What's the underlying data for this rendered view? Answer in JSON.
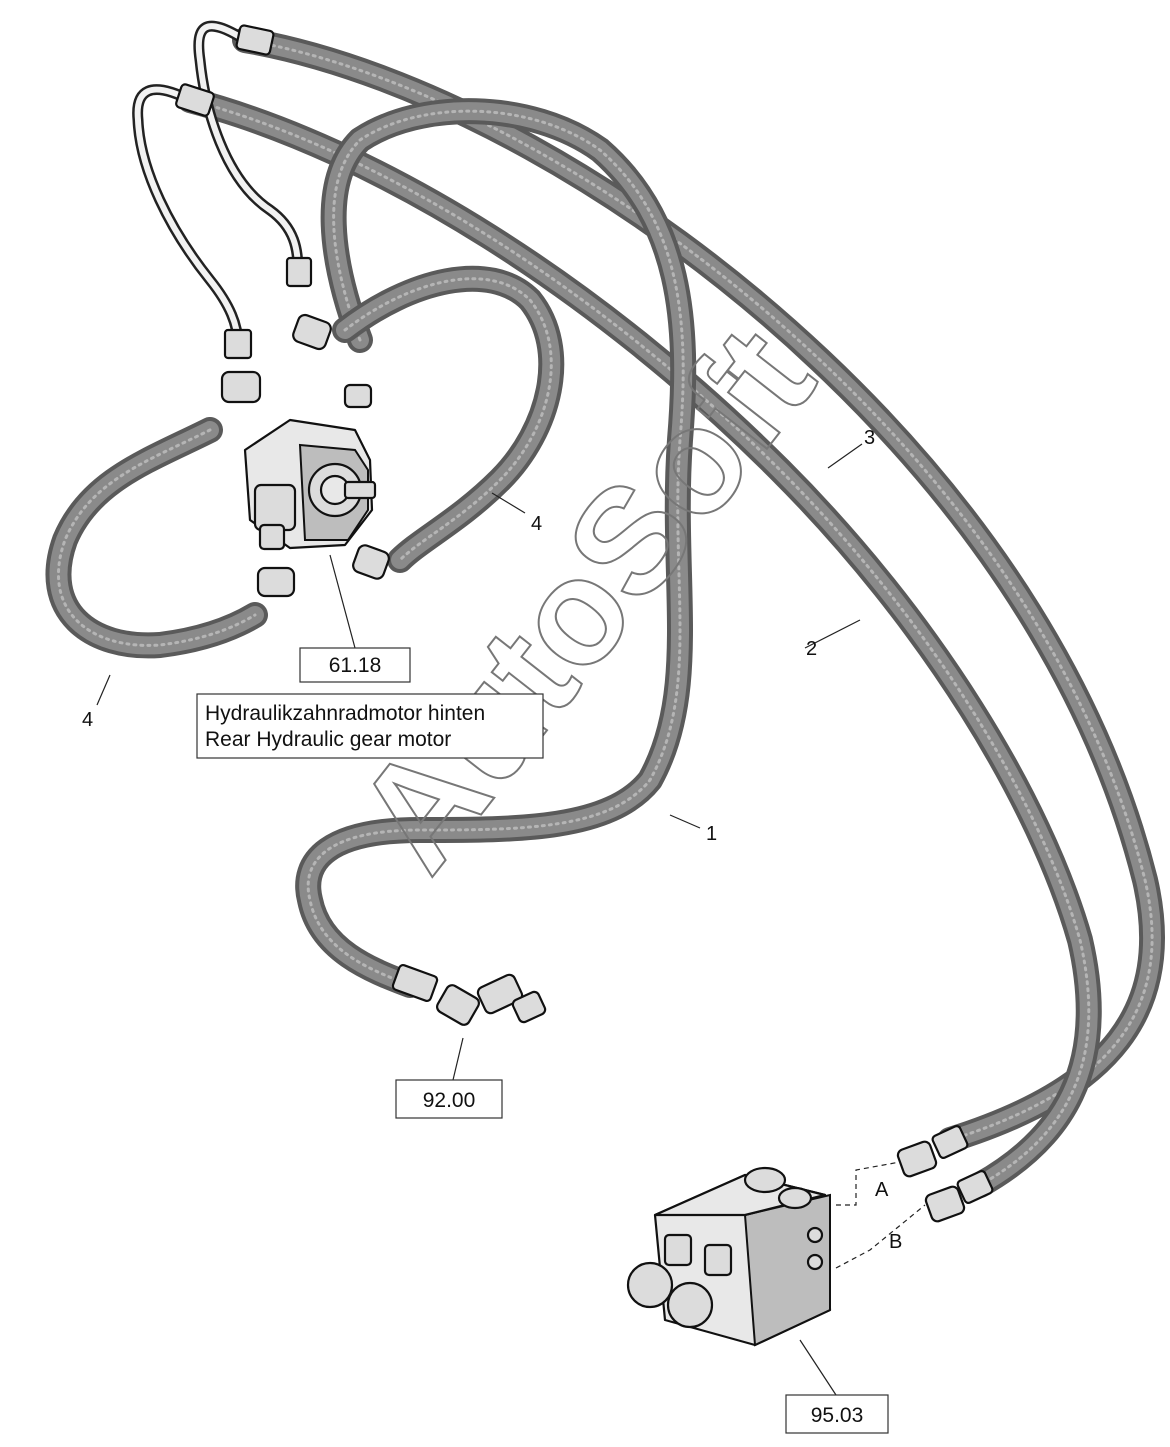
{
  "watermark": "AutoSoft",
  "callouts": {
    "hose_1": "1",
    "hose_2": "2",
    "hose_3": "3",
    "hose_4_left": "4",
    "hose_4_center": "4",
    "port_a": "A",
    "port_b": "B"
  },
  "references": {
    "motor_ref": "61.18",
    "fitting_ref": "92.00",
    "valve_ref": "95.03"
  },
  "motor_caption": {
    "line1": "Hydraulikzahnradmotor hinten",
    "line2": "Rear Hydraulic gear motor"
  }
}
